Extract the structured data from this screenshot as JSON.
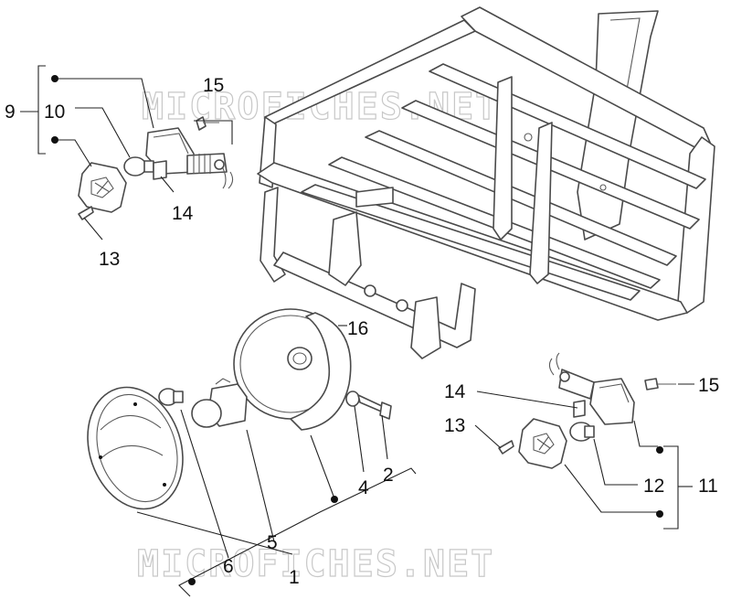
{
  "watermarks": [
    "MICROFICHES.NET",
    "MICROFICHES.NET"
  ],
  "callouts": {
    "c1": "1",
    "c2": "2",
    "c4": "4",
    "c5": "5",
    "c6": "6",
    "c9": "9",
    "c10": "10",
    "c11": "11",
    "c12": "12",
    "c13a": "13",
    "c13b": "13",
    "c14a": "14",
    "c14b": "14",
    "c15a": "15",
    "c15b": "15",
    "c16": "16"
  }
}
